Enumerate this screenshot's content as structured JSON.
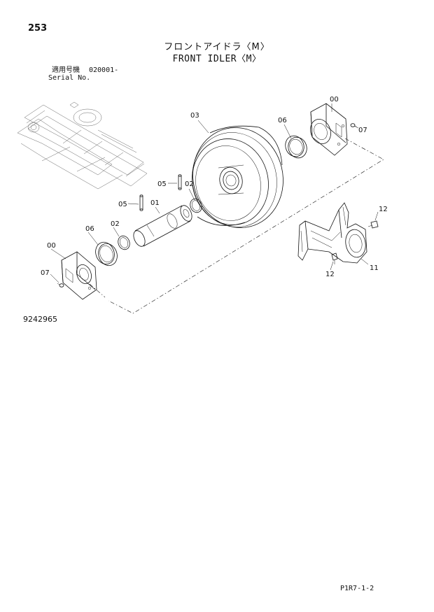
{
  "page_number": "253",
  "title_jp": "フロントアイドラ〈M〉",
  "title_en": "FRONT IDLER〈M〉",
  "serial": {
    "label_jp": "適用号機",
    "value": "020001-",
    "label_en": "Serial No."
  },
  "drawing_number": "9242965",
  "page_ref": "P1R7-1-2",
  "callouts": {
    "c00_top": "00",
    "c03": "03",
    "c06_top": "06",
    "c07_top": "07",
    "c05_a": "05",
    "c02_top": "02",
    "c05_b": "05",
    "c01": "01",
    "c06_left": "06",
    "c02_left": "02",
    "c00_left": "00",
    "c07_left": "07",
    "c12_top": "12",
    "c12_bottom": "12",
    "c11": "11"
  }
}
